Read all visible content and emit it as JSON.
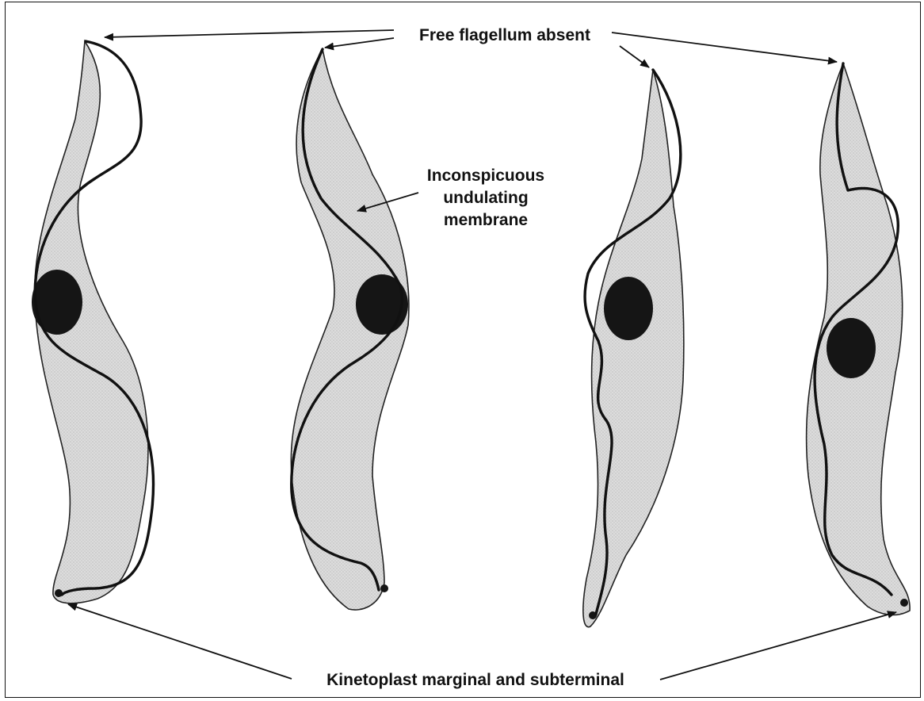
{
  "labels": {
    "top": "Free flagellum absent",
    "middle_line1": "Inconspicuous",
    "middle_line2": "undulating",
    "middle_line3": "membrane",
    "bottom": "Kinetoplast marginal and subterminal"
  },
  "colors": {
    "cell_fill": "#dcdcdc",
    "outline": "#111111",
    "background": "#ffffff"
  }
}
